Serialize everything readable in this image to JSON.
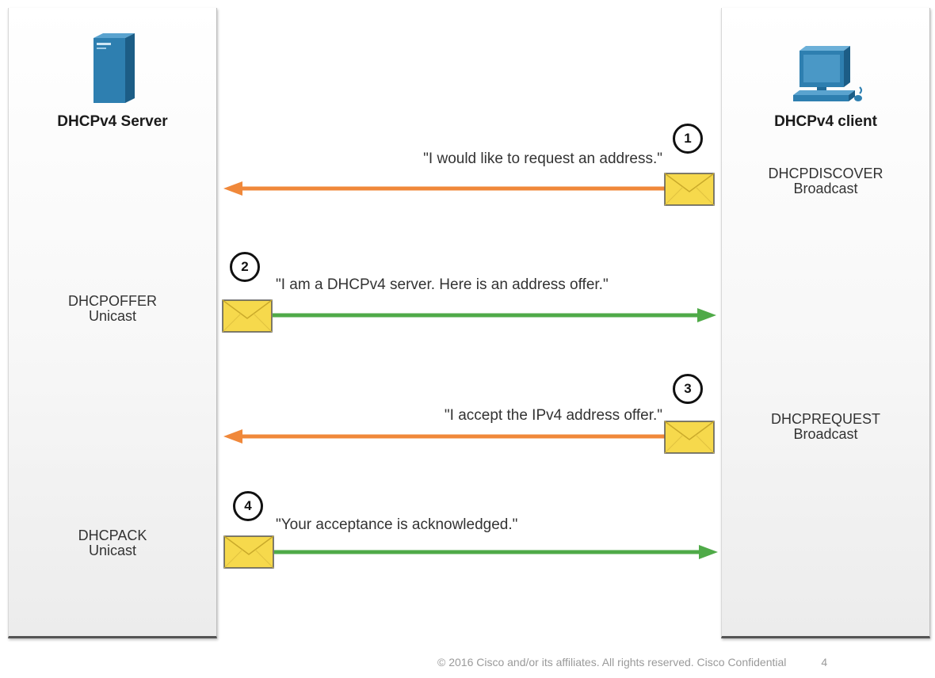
{
  "server": {
    "title": "DHCPv4 Server",
    "offer": {
      "type": "DHCPOFFER",
      "mode": "Unicast"
    },
    "ack": {
      "type": "DHCPACK",
      "mode": "Unicast"
    }
  },
  "client": {
    "title": "DHCPv4 client",
    "discover": {
      "type": "DHCPDISCOVER",
      "mode": "Broadcast"
    },
    "request": {
      "type": "DHCPREQUEST",
      "mode": "Broadcast"
    }
  },
  "steps": [
    {
      "number": "1",
      "quote": "\"I would like to request an address.\"",
      "direction": "to-server",
      "color": "#f0883a"
    },
    {
      "number": "2",
      "quote": "\"I am a DHCPv4 server. Here is an address offer.\"",
      "direction": "to-client",
      "color": "#4faa48"
    },
    {
      "number": "3",
      "quote": "\"I accept the IPv4 address offer.\"",
      "direction": "to-server",
      "color": "#f0883a"
    },
    {
      "number": "4",
      "quote": "\"Your acceptance is acknowledged.\"",
      "direction": "to-client",
      "color": "#4faa48"
    }
  ],
  "icons": {
    "server": "server-tower-icon",
    "client": "desktop-computer-icon",
    "message": "envelope-icon"
  },
  "colors": {
    "request_arrow": "#f0883a",
    "response_arrow": "#4faa48",
    "envelope": "#f6d94c",
    "device_blue": "#2e7fb0"
  },
  "footer": {
    "copyright": "© 2016  Cisco and/or its affiliates. All rights reserved.   Cisco Confidential",
    "page": "4"
  }
}
